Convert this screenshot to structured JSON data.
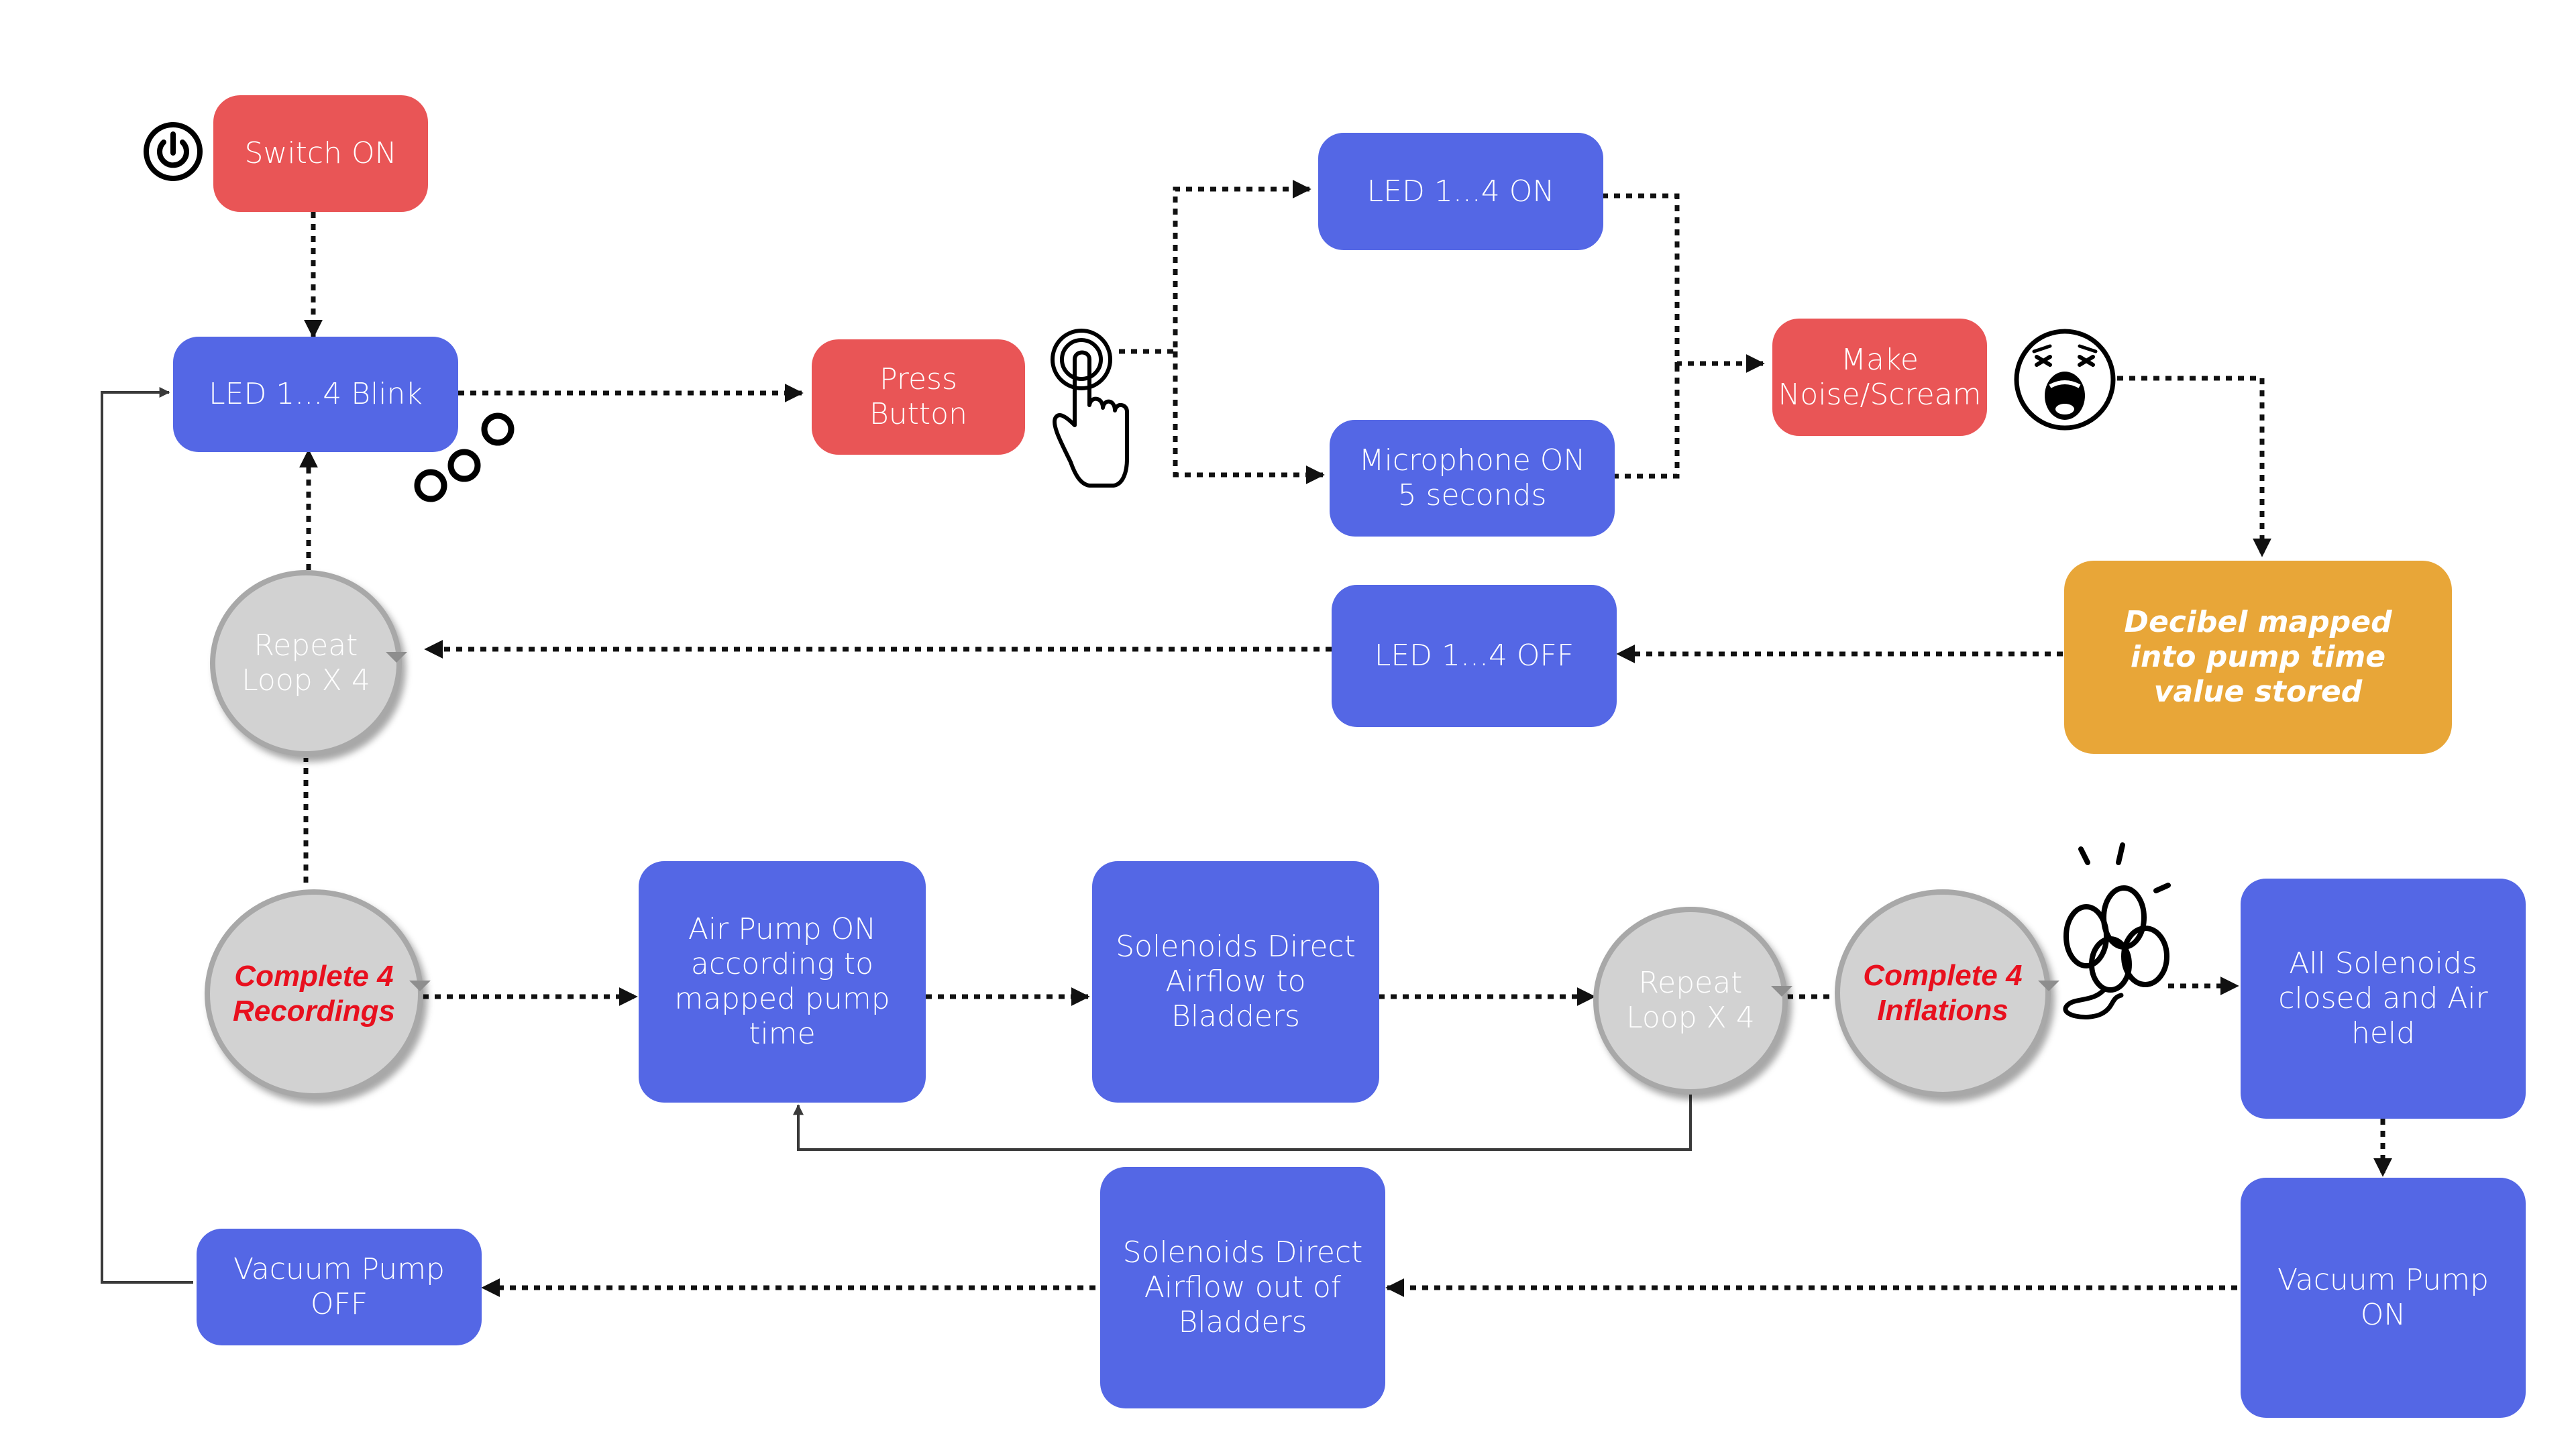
{
  "nodes": {
    "switch_on": "Switch ON",
    "led_blink": "LED 1...4 Blink",
    "press_button": "Press Button",
    "led_on": "LED 1...4 ON",
    "microphone_on": "Microphone ON 5 seconds",
    "make_noise": "Make Noise/Scream",
    "decibel_mapped": "Decibel mapped into pump time value stored",
    "led_off": "LED 1...4 OFF",
    "repeat_loop_1": "Repeat Loop X 4",
    "complete_recordings": "Complete 4 Recordings",
    "air_pump_on": "Air Pump ON according to mapped pump time",
    "solenoids_to_bladders": "Solenoids Direct Airflow to Bladders",
    "repeat_loop_2": "Repeat Loop X 4",
    "complete_inflations": "Complete 4 Inflations",
    "all_solenoids_closed": "All Solenoids closed and Air held",
    "vacuum_pump_on": "Vacuum Pump ON",
    "solenoids_out_of_bladders": "Solenoids Direct Airflow out of Bladders",
    "vacuum_pump_off": "Vacuum Pump OFF"
  },
  "icons": [
    "power-icon",
    "blink-circles-icon",
    "finger-tap-icon",
    "screaming-face-icon",
    "balloons-icon"
  ],
  "colors": {
    "action_node": "#5467E5",
    "trigger_node": "#E95556",
    "result_node": "#E8A638",
    "loop_node": "#D2D2D2",
    "emphasis_text": "#E8101E"
  }
}
